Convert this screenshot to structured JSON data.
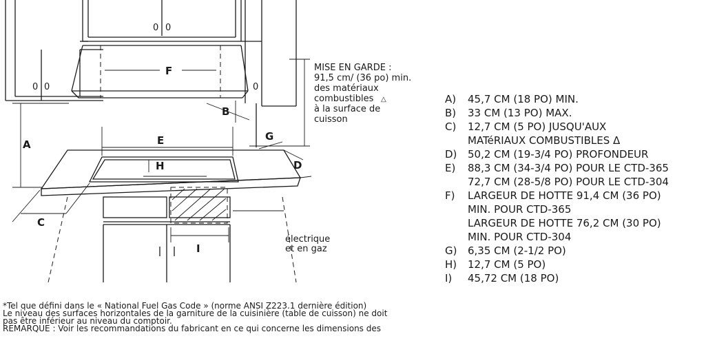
{
  "diagram": {
    "labels": {
      "A": "A",
      "B": "B",
      "C": "C",
      "D": "D",
      "E": "E",
      "F": "F",
      "G": "G",
      "H": "H",
      "I": "I"
    },
    "caution_lines": [
      "MISE EN GARDE :",
      "91,5 cm/ (36  po) min.",
      "des matériaux",
      "combustibles",
      "à la surface de",
      "cuisson"
    ],
    "connection_lines": [
      "électrique",
      "et en gaz"
    ]
  },
  "footnotes": [
    "*Tel que défini dans le « National Fuel Gas Code » (norme ANSI Z223.1 dernière édition)",
    "Le niveau des surfaces horizontales de la garniture de la cuisinière (table de cuisson) ne doit",
    "pas être inférieur au niveau du comptoir.",
    "REMARQUE : Voir les recommandations du fabricant en ce qui concerne les dimensions des"
  ],
  "specs": [
    {
      "key": "A)",
      "lines": [
        "45,7 CM (18 PO) MIN."
      ]
    },
    {
      "key": "B)",
      "lines": [
        "33 CM (13 PO) MAX."
      ]
    },
    {
      "key": "C)",
      "lines": [
        "12,7 CM (5 PO) JUSQU'AUX",
        "MATéRIAUX COMBUSTIBLES Δ"
      ]
    },
    {
      "key": "D)",
      "lines": [
        "50,2 CM (19-3/4 PO) PROFONDEUR"
      ]
    },
    {
      "key": "E)",
      "lines": [
        "88,3 CM (34-3/4 PO) POUR LE  CTD-365",
        "72,7 CM (28-5/8 PO) POUR LE  CTD-304"
      ]
    },
    {
      "key": "F)",
      "lines": [
        "LARGEUR DE HOTTE 91,4 CM (36 PO)",
        "MIN.  POUR CTD-365",
        "LARGEUR DE HOTTE 76,2 CM (30 PO)",
        "MIN.  POUR CTD-304"
      ]
    },
    {
      "key": "G)",
      "lines": [
        "6,35 CM (2-1/2 PO)"
      ]
    },
    {
      "key": "H)",
      "lines": [
        "12,7 CM (5 PO)"
      ]
    },
    {
      "key": "I)",
      "lines": [
        "45,72 CM (18 PO)"
      ]
    }
  ]
}
